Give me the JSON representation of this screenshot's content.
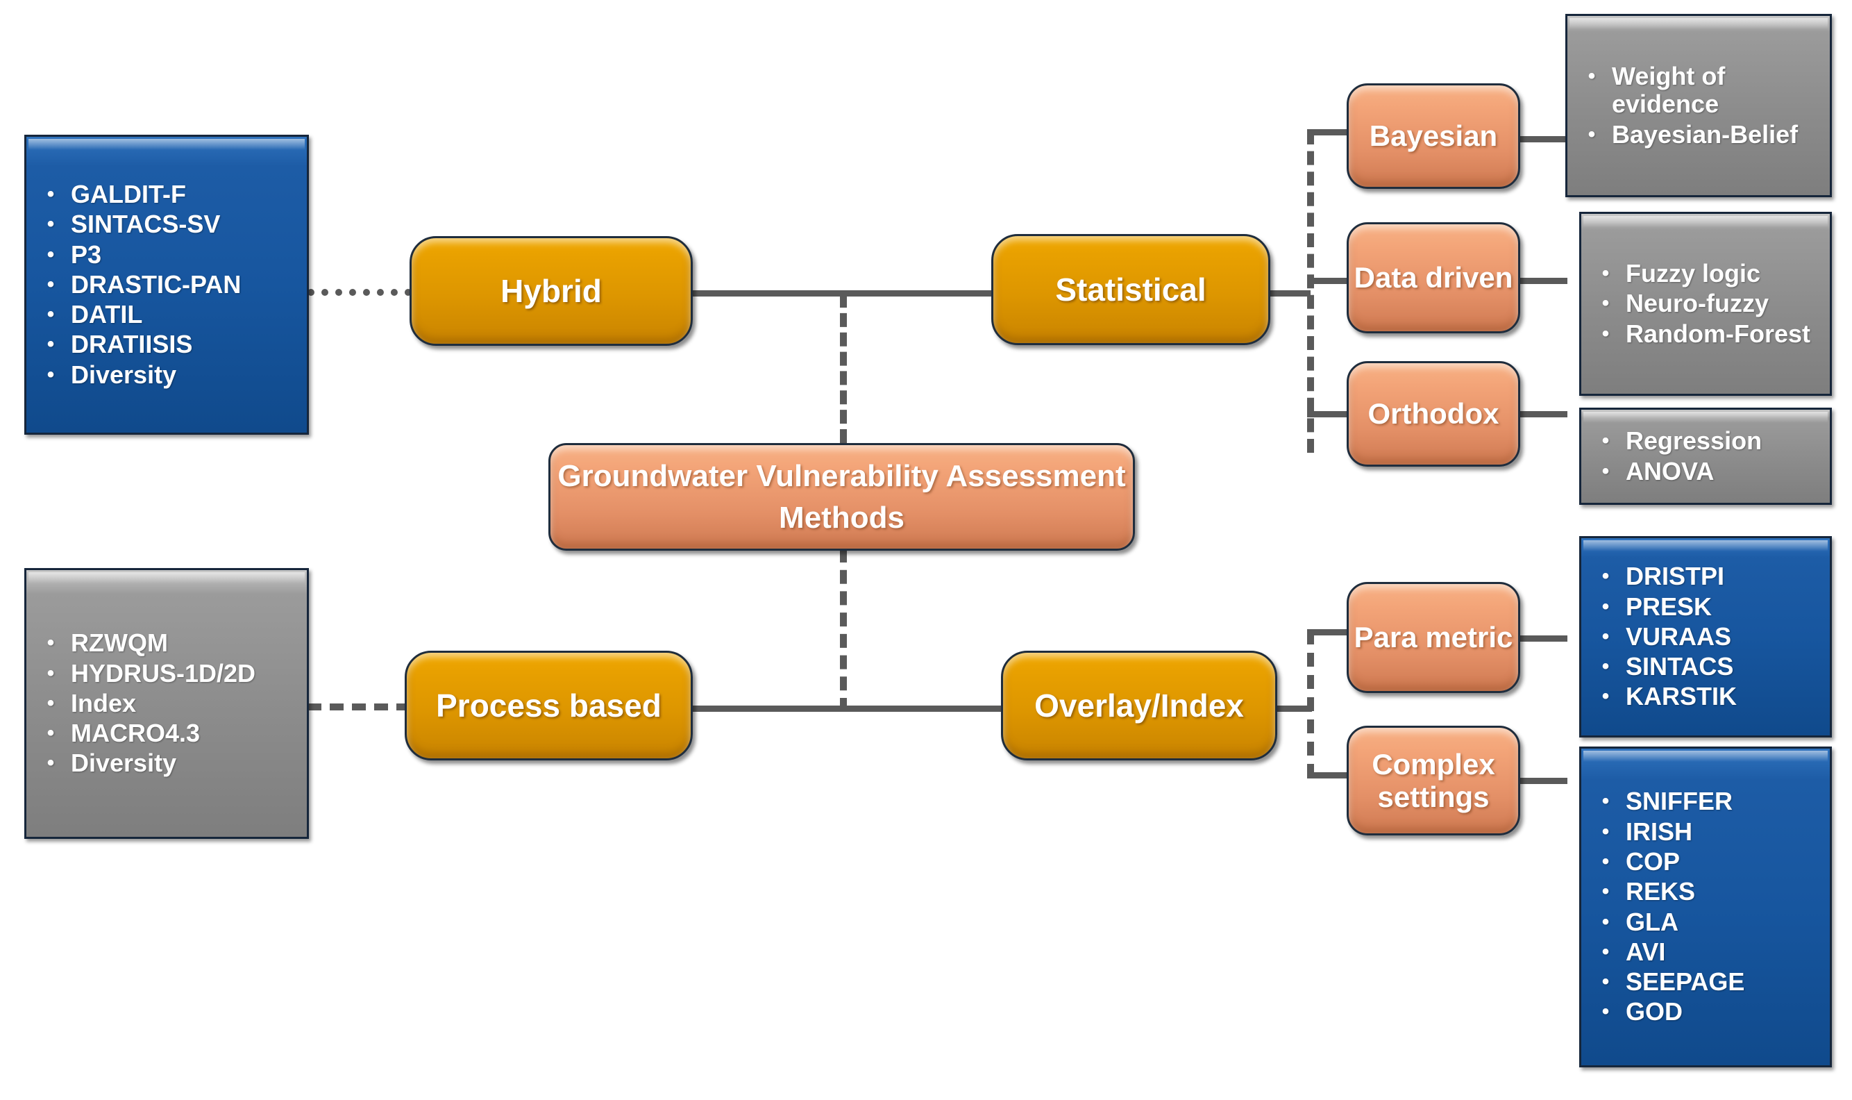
{
  "diagram": {
    "title": "Groundwater Vulnerability Assessment Methods",
    "center_node": "Groundwater Vulnerability Assessment Methods",
    "colors": {
      "gold": "#dd9600",
      "salmon": "#f0a078",
      "blue": "#17569f",
      "grey": "#8d8d8d",
      "connector": "#5a5a5a",
      "border": "#16263b"
    },
    "branches": {
      "hybrid": "Hybrid",
      "statistical": "Statistical",
      "process_based": "Process based",
      "overlay_index": "Overlay/Index"
    },
    "sub_branches": {
      "bayesian": "Bayesian",
      "data_driven": "Data driven",
      "orthodox": "Orthodox",
      "para_metric": "Para metric",
      "complex_settings": "Complex settings"
    },
    "lists": {
      "hybrid_methods": {
        "items": [
          "GALDIT-F",
          "SINTACS-SV",
          "P3",
          "DRASTIC-PAN",
          "DATIL",
          "DRATIISIS",
          "Diversity"
        ]
      },
      "process_based_methods": {
        "items": [
          "RZWQM",
          "HYDRUS-1D/2D",
          "Index",
          "MACRO4.3",
          "Diversity"
        ]
      },
      "bayesian_methods": {
        "items": [
          "Weight of evidence",
          "Bayesian-Belief"
        ]
      },
      "data_driven_methods": {
        "items": [
          "Fuzzy logic",
          "Neuro-fuzzy",
          "Random-Forest"
        ]
      },
      "orthodox_methods": {
        "items": [
          "Regression",
          "ANOVA"
        ]
      },
      "para_metric_methods": {
        "items": [
          "DRISTPI",
          "PRESK",
          "VURAAS",
          "SINTACS",
          "KARSTIK"
        ]
      },
      "complex_settings_methods": {
        "items": [
          "SNIFFER",
          "IRISH",
          "COP",
          "REKS",
          "GLA",
          "AVI",
          "SEEPAGE",
          "GOD"
        ]
      }
    },
    "bullet": "•"
  }
}
